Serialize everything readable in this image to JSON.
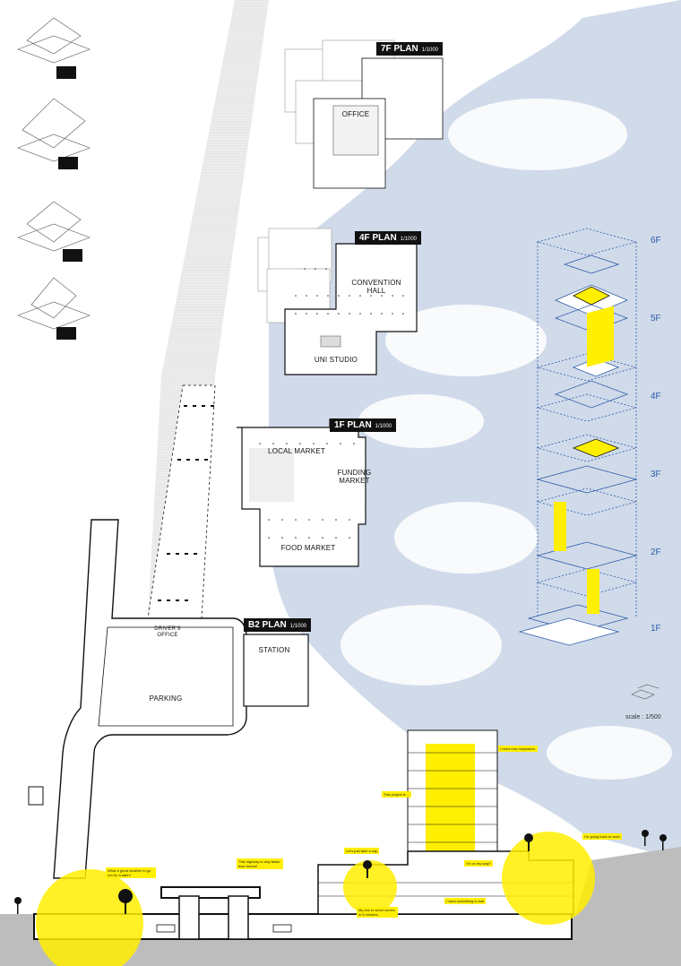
{
  "plans": {
    "p7f": {
      "title": "7F PLAN",
      "scale": "1/1000",
      "rooms": [
        "OFFICE"
      ]
    },
    "p4f": {
      "title": "4F PLAN",
      "scale": "1/1000",
      "rooms": [
        "CONVENTION HALL",
        "UNI STUDIO"
      ]
    },
    "p1f": {
      "title": "1F PLAN",
      "scale": "1/1000",
      "rooms": [
        "LOCAL MARKET",
        "FUNDING MARKET",
        "FOOD MARKET"
      ]
    },
    "b2f": {
      "title": "B2 PLAN",
      "scale": "1/1000",
      "rooms": [
        "STATION"
      ]
    }
  },
  "ground": {
    "drivers_office": "DRIVER'S OFFICE",
    "parking": "PARKING"
  },
  "floors": [
    "6F",
    "5F",
    "4F",
    "3F",
    "2F",
    "1F"
  ],
  "scale_label": "scale : 1/500",
  "bubbles": [
    "I need new inspiration.",
    "This project is ...",
    "I'm going back to work",
    "Let's just take a nap",
    "What a great weather to go out for a date!!",
    "This highway is way faster than before!",
    "I'm on my way!!",
    "I want something to eat!",
    "My bus to seoul comes in 5 minutes."
  ],
  "colors": {
    "accent": "#ffef00",
    "blue": "#2c5ba8",
    "cloud": "#c9d6e8"
  }
}
